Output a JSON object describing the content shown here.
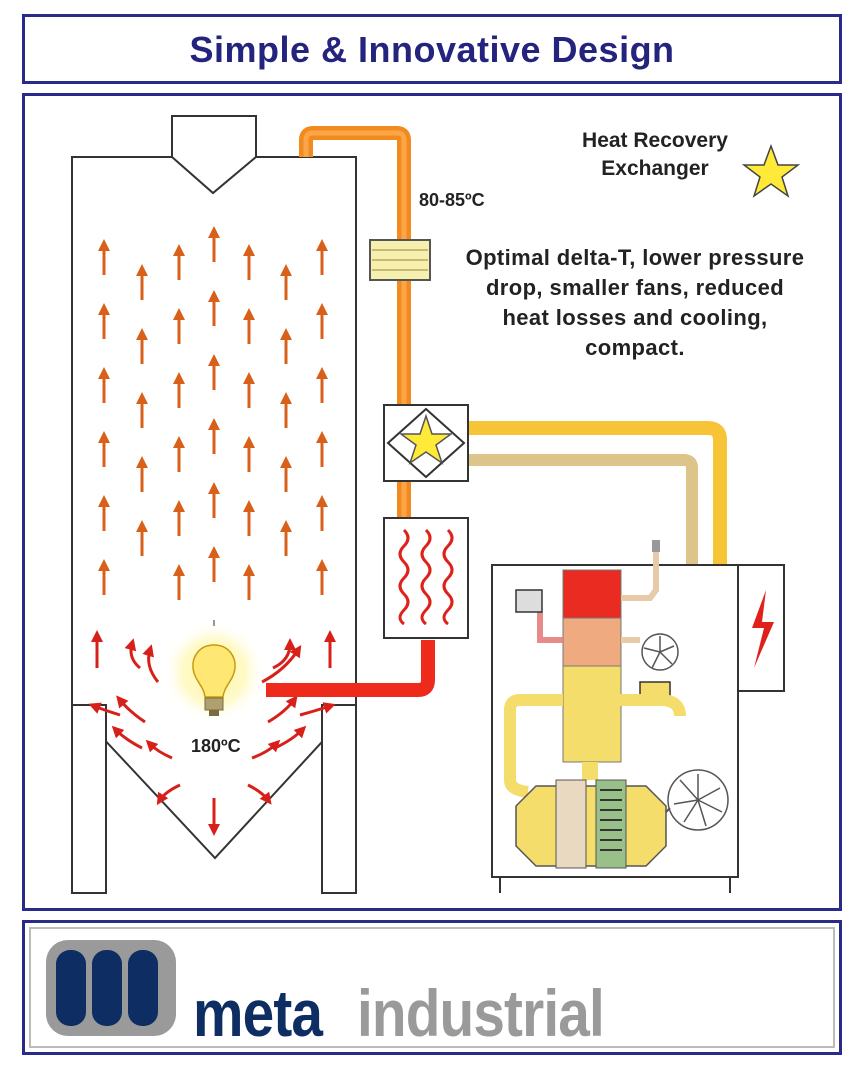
{
  "header": {
    "title": "Simple & Innovative Design"
  },
  "diagram": {
    "exchanger_label": "Heat Recovery Exchanger",
    "outlet_temperature": "80-85ºC",
    "inlet_temperature": "180ºC",
    "benefits_text": "Optimal delta-T, lower pressure drop, smaller fans, reduced heat losses and cooling, compact.",
    "colors": {
      "frame": "#2a2a8a",
      "hot_pipe": "#ee2a1a",
      "warm_pipe": "#f28a1e",
      "recovery_pipe": "#f7c437",
      "return_pipe": "#dcc48a",
      "star": "#ffea3a",
      "arrow_hot": "#d8201a",
      "arrow_warm": "#d8601a"
    },
    "icons": [
      "light-bulb-icon",
      "star-icon",
      "heater-coil-icon",
      "fan-icon",
      "electric-hazard-icon",
      "filter-icon"
    ]
  },
  "brand": {
    "meta": "meta",
    "industrial": "industrial",
    "colors": {
      "meta": "#0e2d63",
      "industrial": "#9a9a9a"
    }
  }
}
